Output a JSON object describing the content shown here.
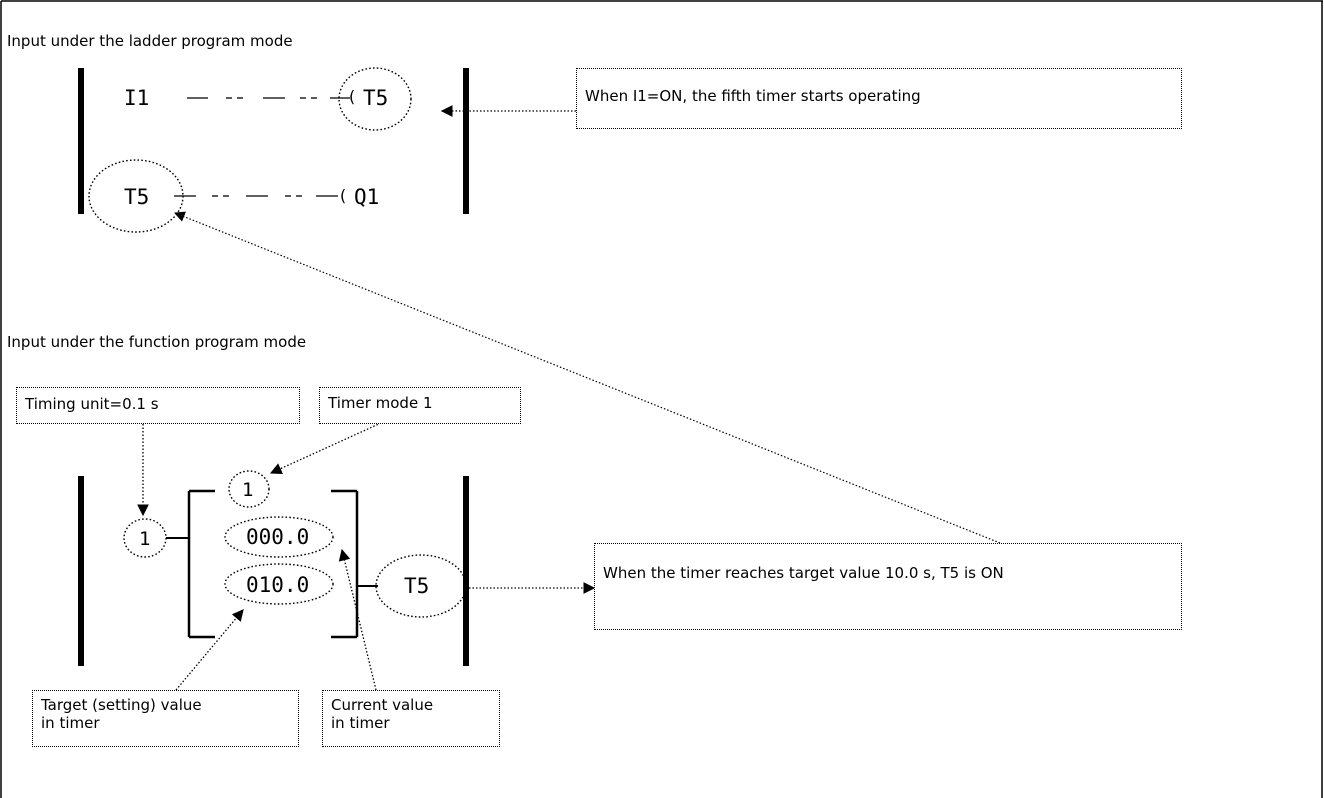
{
  "ladder": {
    "heading": "Input under the ladder program mode",
    "rung1": {
      "contact": "I1",
      "coil_open": "(",
      "coil": "T5"
    },
    "rung2": {
      "contact": "T5",
      "coil_open": "(",
      "coil": "Q1"
    },
    "note": "When I1=ON, the fifth timer starts operating"
  },
  "function": {
    "heading": "Input under the function program mode",
    "timing_unit_label": "Timing unit=0.1 s",
    "timer_mode_label": "Timer mode 1",
    "timing_unit_value": "1",
    "timer_mode_value": "1",
    "current_value": "000.0",
    "target_value": "010.0",
    "output": "T5",
    "target_label_line1": "Target (setting) value",
    "target_label_line2": "in timer",
    "current_label_line1": "Current value",
    "current_label_line2": "in timer",
    "output_note": "When the timer reaches target value 10.0 s, T5 is ON"
  },
  "style": {
    "line_color": "#000000",
    "background": "#ffffff"
  }
}
